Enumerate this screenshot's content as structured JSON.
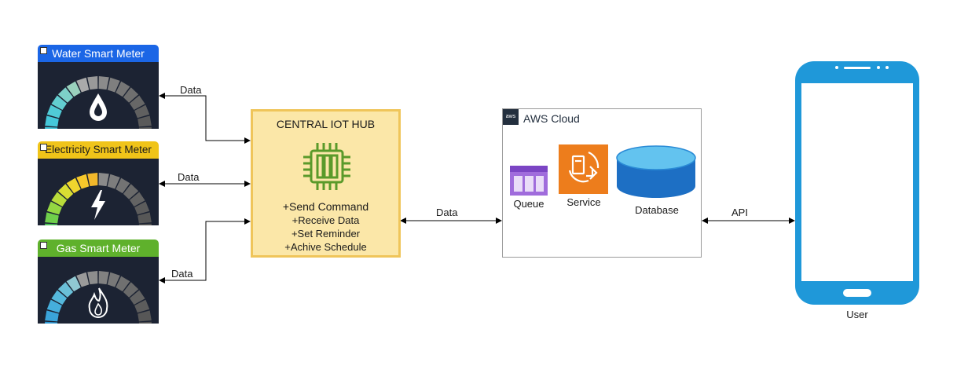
{
  "meters": [
    {
      "title": "Water Smart Meter",
      "icon": "water-drop-icon"
    },
    {
      "title": "Electricity Smart Meter",
      "icon": "lightning-bolt-icon"
    },
    {
      "title": "Gas Smart Meter",
      "icon": "flame-icon"
    }
  ],
  "links": {
    "water_label": "Data",
    "elec_label": "Data",
    "gas_label": "Data",
    "hub_aws_label": "Data",
    "aws_user_label": "API"
  },
  "hub": {
    "title": "CENTRAL IOT HUB",
    "icon": "chip-icon",
    "commands": [
      "+Send Command",
      "+Receive Data",
      "+Set Reminder",
      "+Achive Schedule"
    ]
  },
  "aws": {
    "title": "AWS Cloud",
    "logo_text": "aws",
    "queue_label": "Queue",
    "service_label": "Service",
    "database_label": "Database"
  },
  "user": {
    "label": "User"
  },
  "colors": {
    "water": "#1b66e6",
    "electricity": "#f0c419",
    "gas": "#5fb12c",
    "hub_fill": "#fbe7a8",
    "hub_border": "#efc55a",
    "phone": "#1f98d9"
  }
}
